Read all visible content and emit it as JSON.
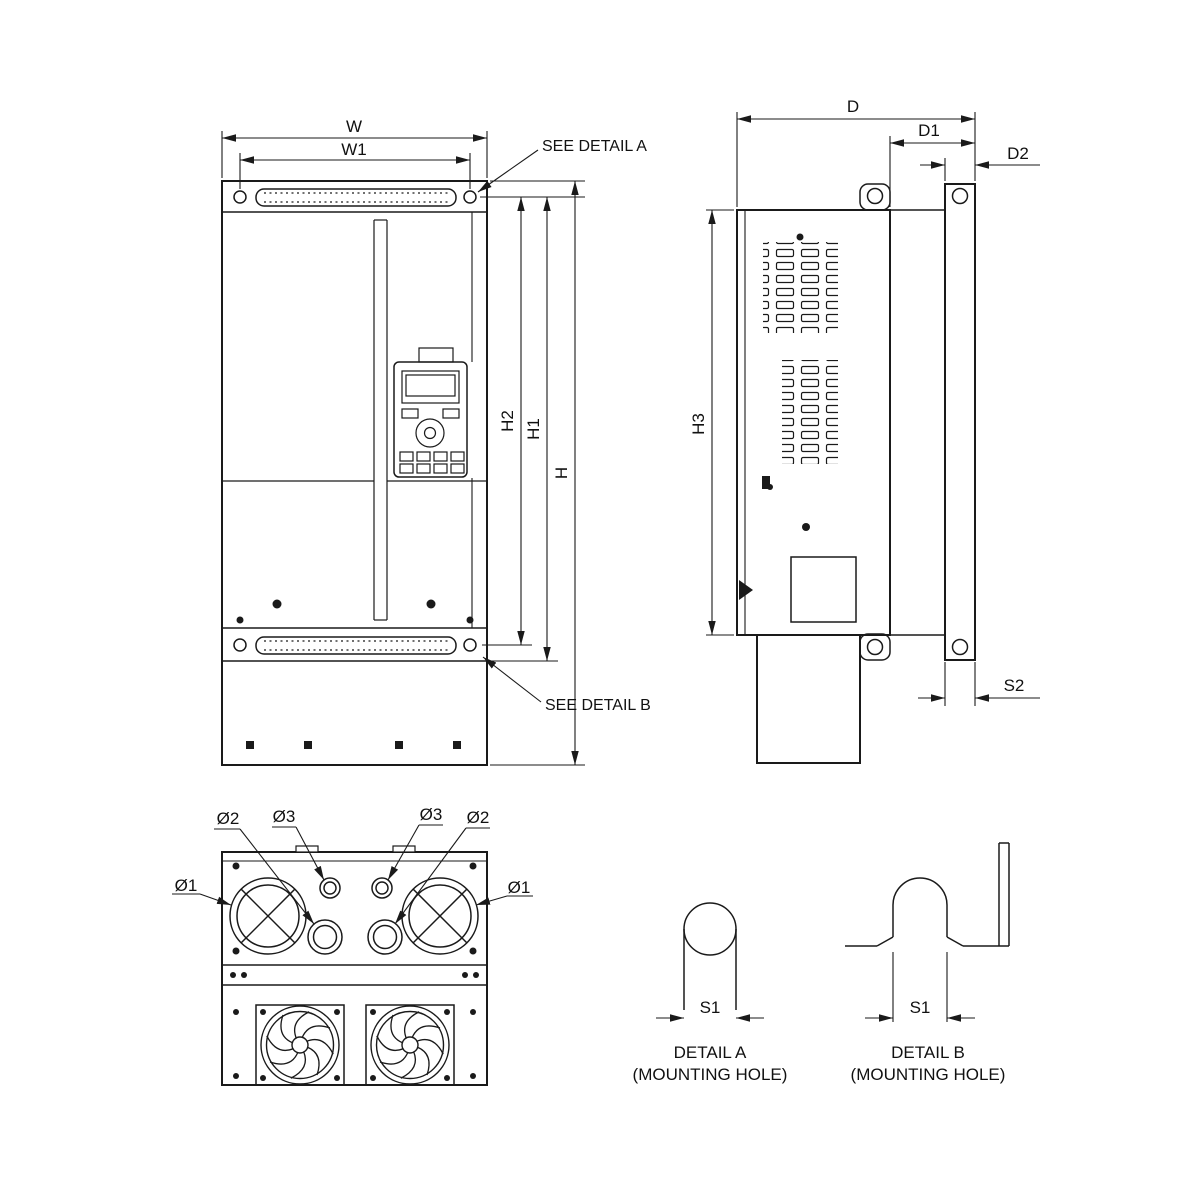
{
  "drawing": {
    "front": {
      "dim_w": "W",
      "dim_w1": "W1",
      "dim_h": "H",
      "dim_h1": "H1",
      "dim_h2": "H2",
      "see_detail_a": "SEE DETAIL A",
      "see_detail_b": "SEE DETAIL B"
    },
    "side": {
      "dim_d": "D",
      "dim_d1": "D1",
      "dim_d2": "D2",
      "dim_h3": "H3",
      "dim_s2": "S2"
    },
    "bottom": {
      "phi1_left": "Ø1",
      "phi1_right": "Ø1",
      "phi2_left": "Ø2",
      "phi2_right": "Ø2",
      "phi3_left": "Ø3",
      "phi3_right": "Ø3"
    },
    "detail_a": {
      "dim_s1": "S1",
      "title": "DETAIL A",
      "subtitle": "(MOUNTING HOLE)"
    },
    "detail_b": {
      "dim_s1": "S1",
      "title": "DETAIL B",
      "subtitle": "(MOUNTING HOLE)"
    },
    "colors": {
      "line": "#1a1a1a",
      "background": "#ffffff"
    }
  }
}
